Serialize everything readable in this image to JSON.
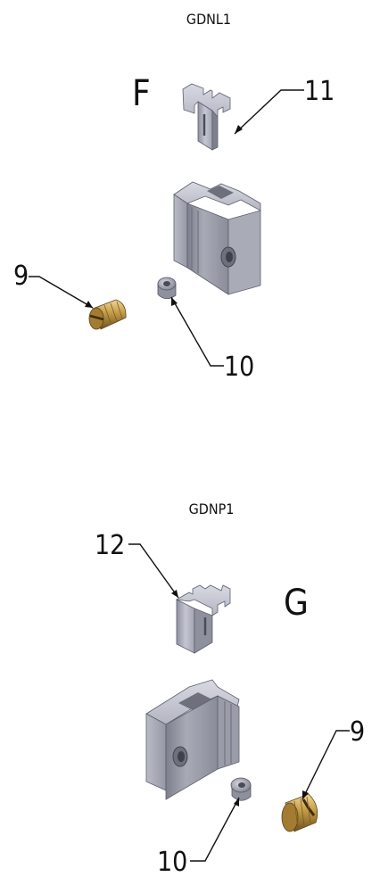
{
  "assemblies": [
    {
      "name": "GDNL1",
      "view_letter": "F",
      "callouts": {
        "clip": "11",
        "screw": "9",
        "nut": "10"
      }
    },
    {
      "name": "GDNP1",
      "view_letter": "G",
      "callouts": {
        "clip": "12",
        "screw": "9",
        "nut": "10"
      }
    }
  ],
  "colors": {
    "steel_light": "#c9cad6",
    "steel_mid": "#9d9fae",
    "steel_dark": "#6f7180",
    "brass_light": "#e0c27a",
    "brass_mid": "#b08a3c",
    "brass_dark": "#6e5220",
    "line": "#111111"
  }
}
